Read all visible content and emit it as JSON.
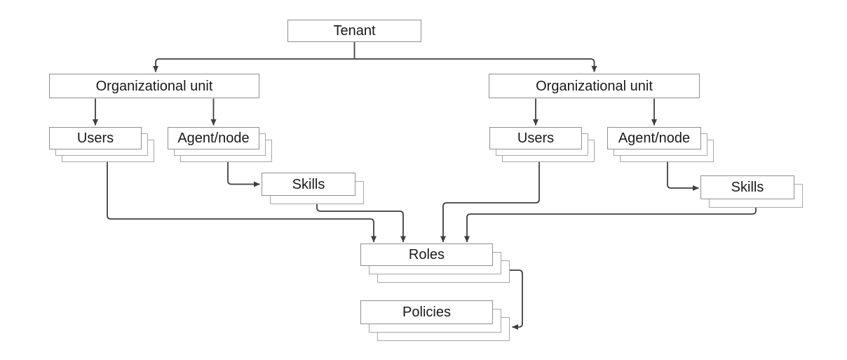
{
  "diagram": {
    "nodes": {
      "tenant": {
        "label": "Tenant"
      },
      "org_left": {
        "label": "Organizational unit"
      },
      "org_right": {
        "label": "Organizational unit"
      },
      "users_left": {
        "label": "Users"
      },
      "agent_left": {
        "label": "Agent/node"
      },
      "skills_left": {
        "label": "Skills"
      },
      "users_right": {
        "label": "Users"
      },
      "agent_right": {
        "label": "Agent/node"
      },
      "skills_right": {
        "label": "Skills"
      },
      "roles": {
        "label": "Roles"
      },
      "policies": {
        "label": "Policies"
      }
    },
    "edges": [
      {
        "from": "tenant",
        "to": "org_left"
      },
      {
        "from": "tenant",
        "to": "org_right"
      },
      {
        "from": "org_left",
        "to": "users_left"
      },
      {
        "from": "org_left",
        "to": "agent_left"
      },
      {
        "from": "agent_left",
        "to": "skills_left"
      },
      {
        "from": "org_right",
        "to": "users_right"
      },
      {
        "from": "org_right",
        "to": "agent_right"
      },
      {
        "from": "agent_right",
        "to": "skills_right"
      },
      {
        "from": "users_left",
        "to": "roles"
      },
      {
        "from": "skills_left",
        "to": "roles"
      },
      {
        "from": "users_right",
        "to": "roles"
      },
      {
        "from": "skills_right",
        "to": "roles"
      },
      {
        "from": "roles",
        "to": "policies"
      }
    ],
    "colors": {
      "background": "#ffffff",
      "box_fill": "#ffffff",
      "box_border": "#8f8f8f",
      "stack_border": "#a6a6a6",
      "connector": "#3f3f3f",
      "text": "#1a1a1a"
    }
  }
}
